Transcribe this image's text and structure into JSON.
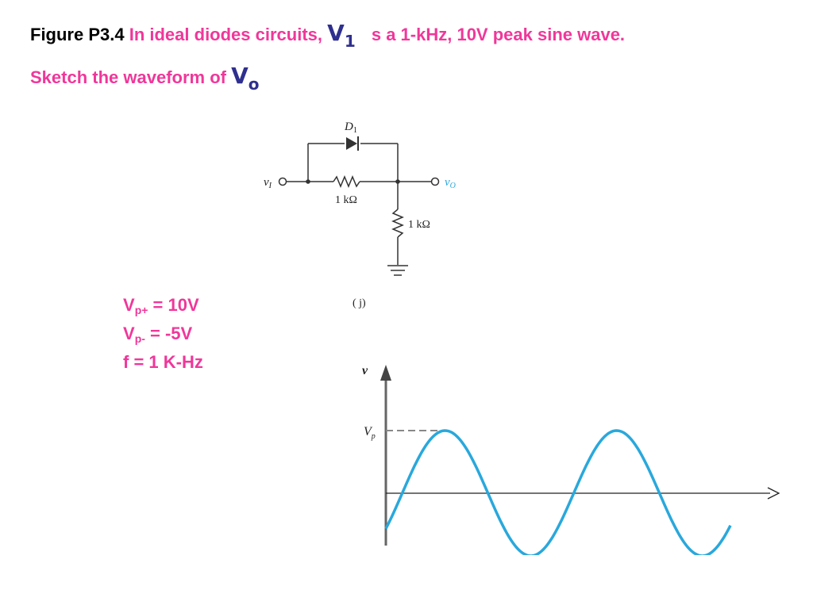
{
  "heading": {
    "figure_label": "Figure P3.4",
    "line1_a": "In ideal diodes circuits,",
    "vi_symbol": "V",
    "vi_subscript": "1",
    "line1_b": "s a 1-kHz, 10V peak sine wave.",
    "line2": "Sketch the waveform of",
    "vo_symbol": "V",
    "vo_subscript": "o"
  },
  "params": {
    "vp_plus": {
      "symbol": "V",
      "subscript": "p+",
      "value": " = 10V"
    },
    "vp_minus": {
      "symbol": "V",
      "subscript": "p-",
      "value": " = -5V"
    },
    "freq": {
      "text": "f  = 1 K-Hz"
    }
  },
  "circuit": {
    "diode_label": "D",
    "diode_subscript": "1",
    "input_label": "v",
    "input_subscript": "I",
    "output_label": "v",
    "output_subscript": "O",
    "series_resistor": "1 kΩ",
    "shunt_resistor": "1 kΩ",
    "caption": "( j)"
  },
  "waveform": {
    "axis_label": "v",
    "peak_label": "V",
    "peak_subscript": "p",
    "cycles_shown": 2
  },
  "colors": {
    "pink": "#f0379a",
    "symbol_blue": "#2f2f8f",
    "wave_cyan": "#29a8dc",
    "output_cyan": "#29a8dc",
    "line": "#333333"
  }
}
